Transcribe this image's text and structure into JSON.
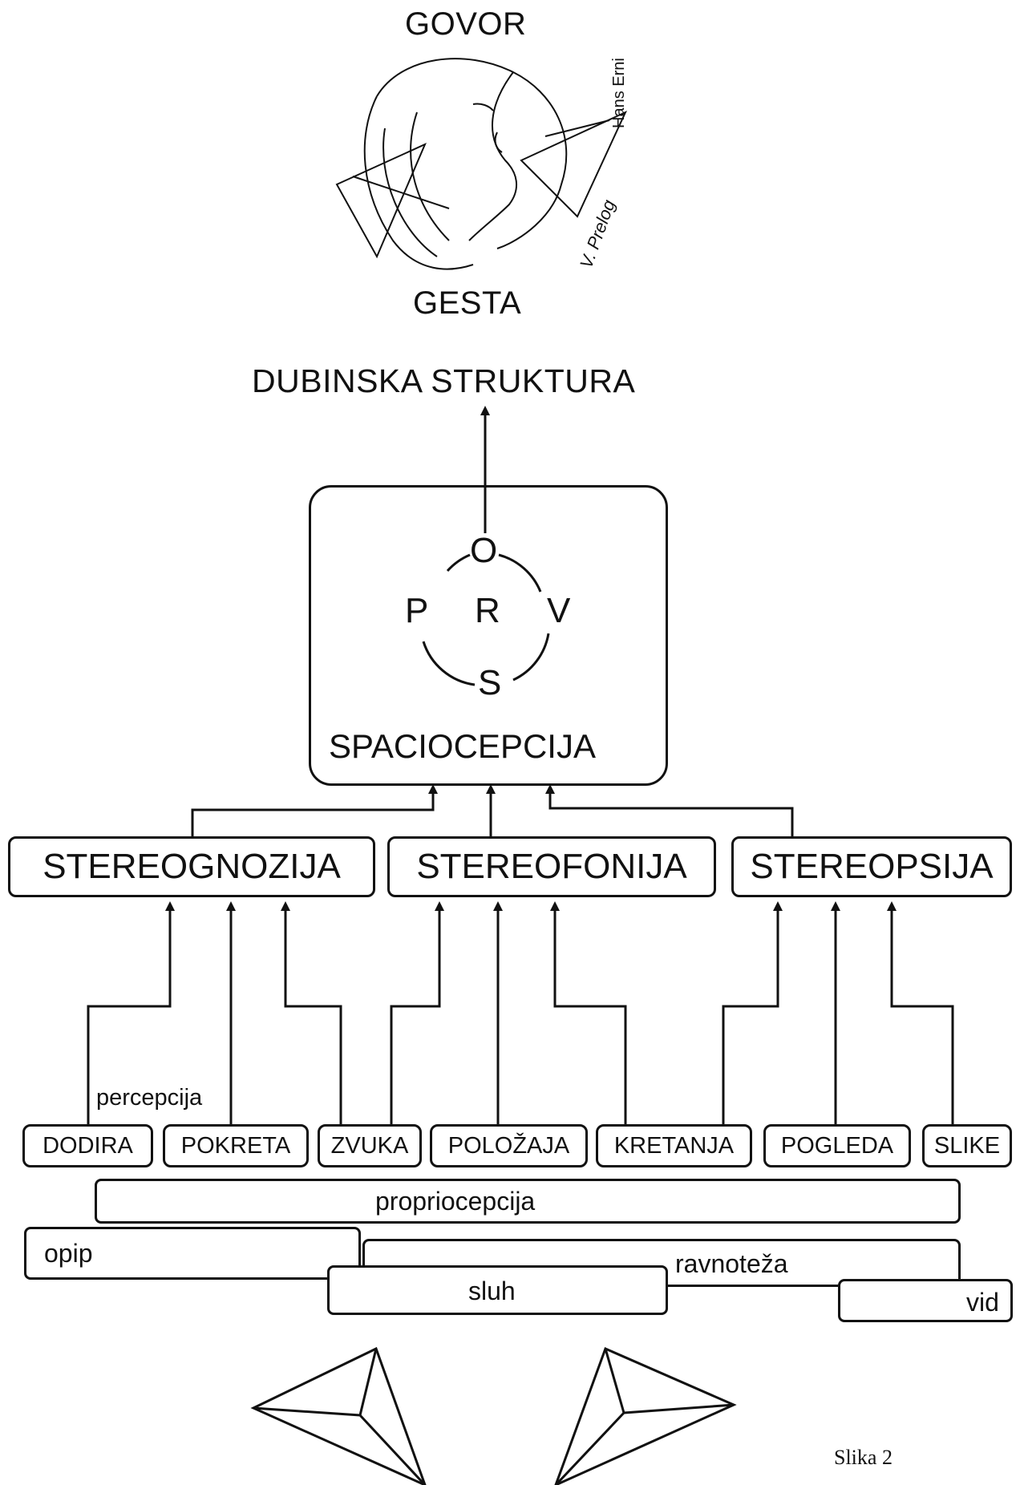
{
  "header": {
    "govor": "GOVOR",
    "gesta": "GESTA",
    "signature_erni": "Hans Erni",
    "signature_prelog": "V. Prelog"
  },
  "top_label": "DUBINSKA STRUKTURA",
  "center_box": {
    "label": "SPACIOCEPCIJA",
    "cycle": {
      "top": "O",
      "left": "P",
      "center": "R",
      "right": "V",
      "bottom": "S"
    }
  },
  "stereo": [
    "STEREOGNOZIJA",
    "STEREOFONIJA",
    "STEREOPSIJA"
  ],
  "perception_label": "percepcija",
  "perceptions": [
    "DODIRA",
    "POKRETA",
    "ZVUKA",
    "POLOŽAJA",
    "KRETANJA",
    "POGLEDA",
    "SLIKE"
  ],
  "senses": {
    "proprioception": "propriocepcija",
    "touch": "opip",
    "balance": "ravnoteža",
    "hearing": "sluh",
    "vision": "vid"
  },
  "caption": "Slika 2"
}
